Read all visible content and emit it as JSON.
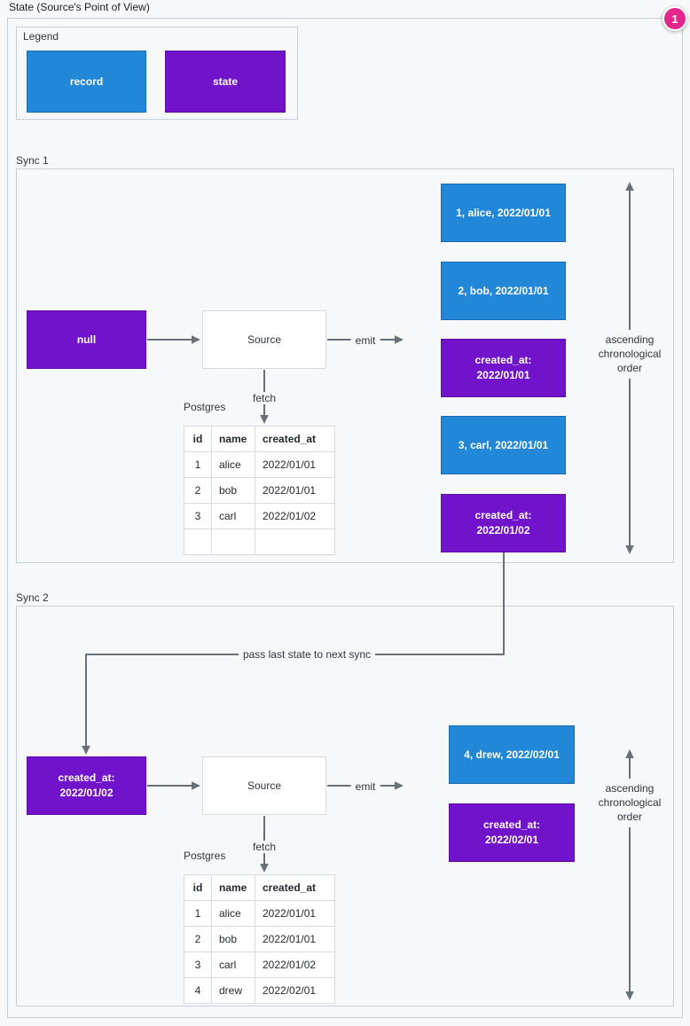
{
  "title": "State (Source's Point of View)",
  "annotation_badge": "1",
  "colors": {
    "record": "#2287d7",
    "state": "#7113cb",
    "badge": "#e3268c",
    "arrow": "#68707a"
  },
  "legend": {
    "title": "Legend",
    "record_label": "record",
    "state_label": "state"
  },
  "sync1": {
    "title": "Sync 1",
    "input_state": "null",
    "source": "Source",
    "emit": "emit",
    "fetch": "fetch",
    "database": "Postgres",
    "table": {
      "headers": [
        "id",
        "name",
        "created_at"
      ],
      "rows": [
        [
          "1",
          "alice",
          "2022/01/01"
        ],
        [
          "2",
          "bob",
          "2022/01/01"
        ],
        [
          "3",
          "carl",
          "2022/01/02"
        ],
        [
          "",
          "",
          ""
        ]
      ]
    },
    "emitted": [
      {
        "type": "record",
        "label": "1, alice, 2022/01/01"
      },
      {
        "type": "record",
        "label": "2, bob, 2022/01/01"
      },
      {
        "type": "state",
        "label": "created_at: 2022/01/01"
      },
      {
        "type": "record",
        "label": "3, carl, 2022/01/01"
      },
      {
        "type": "state",
        "label": "created_at: 2022/01/02"
      }
    ],
    "order_note": "ascending chronological order"
  },
  "transition": {
    "pass_label": "pass last state to next sync"
  },
  "sync2": {
    "title": "Sync 2",
    "input_state": "created_at: 2022/01/02",
    "source": "Source",
    "emit": "emit",
    "fetch": "fetch",
    "database": "Postgres",
    "table": {
      "headers": [
        "id",
        "name",
        "created_at"
      ],
      "rows": [
        [
          "1",
          "alice",
          "2022/01/01"
        ],
        [
          "2",
          "bob",
          "2022/01/01"
        ],
        [
          "3",
          "carl",
          "2022/01/02"
        ],
        [
          "4",
          "drew",
          "2022/02/01"
        ]
      ]
    },
    "emitted": [
      {
        "type": "record",
        "label": "4, drew, 2022/02/01"
      },
      {
        "type": "state",
        "label": "created_at: 2022/02/01"
      }
    ],
    "order_note": "ascending chronological order"
  }
}
